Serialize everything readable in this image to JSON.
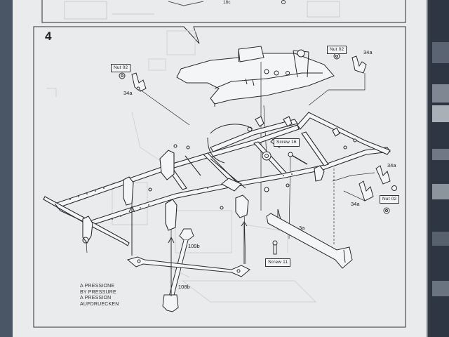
{
  "step": {
    "number": "4"
  },
  "top_panel": {
    "part_label": "18c"
  },
  "callouts": {
    "nut_left": "Nut 02",
    "nut_top_right": "Nut 02",
    "nut_right": "Nut 02",
    "screw_16": "Screw 16",
    "screw_11": "Screw 11"
  },
  "part_labels": {
    "p34a_left": "34a",
    "p34a_top_right": "34a",
    "p34a_right_upper": "34a",
    "p34a_right_lower": "34a",
    "p3a": "3a",
    "p109b": "109b",
    "p108b": "108b"
  },
  "note": {
    "lines": [
      "A PRESSIONE",
      "BY PRESSURE",
      "A PRESSION",
      "AUFDRUECKEN"
    ]
  },
  "colors": {
    "paper": "#e9ebec",
    "ink": "#2a2c30",
    "ghost": "#c9cdd1",
    "background": "#3b4350"
  }
}
